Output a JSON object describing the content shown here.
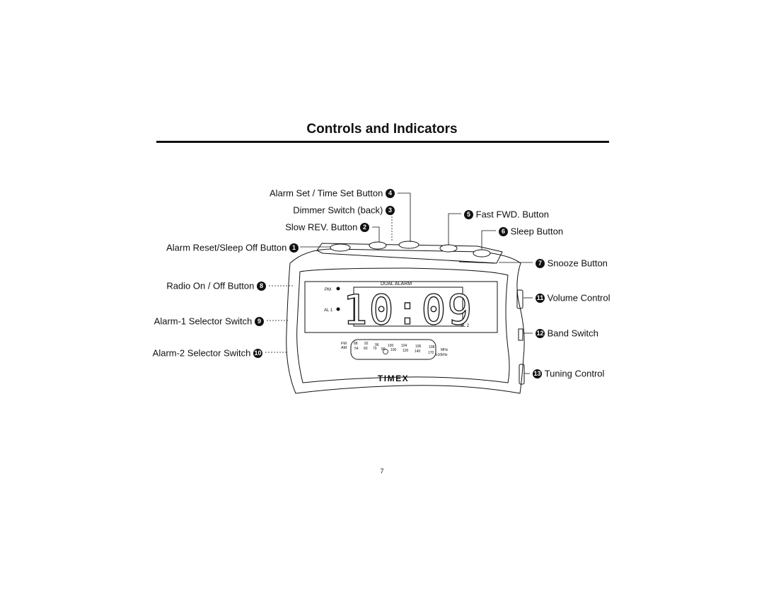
{
  "page": {
    "title": "Controls and Indicators",
    "page_number": "7"
  },
  "labels": {
    "alarm_set": {
      "text": "Alarm Set / Time Set Button",
      "num": "4"
    },
    "dimmer": {
      "text": "Dimmer Switch (back)",
      "num": "3"
    },
    "slow_rev": {
      "text": "Slow REV. Button",
      "num": "2"
    },
    "alarm_reset": {
      "text": "Alarm Reset/Sleep Off Button",
      "num": "1"
    },
    "radio_on": {
      "text": "Radio On / Off Button",
      "num": "8"
    },
    "alarm1": {
      "text": "Alarm-1 Selector Switch",
      "num": "9"
    },
    "alarm2": {
      "text": "Alarm-2 Selector Switch",
      "num": "10"
    },
    "fast_fwd": {
      "text": "Fast FWD. Button",
      "num": "5"
    },
    "sleep": {
      "text": "Sleep Button",
      "num": "6"
    },
    "snooze": {
      "text": "Snooze Button",
      "num": "7"
    },
    "volume": {
      "text": "Volume Control",
      "num": "11"
    },
    "band": {
      "text": "Band Switch",
      "num": "12"
    },
    "tuning": {
      "text": "Tuning Control",
      "num": "13"
    }
  },
  "display": {
    "time": "10:09",
    "dual_alarm": "DUAL ALARM",
    "pm": "PM",
    "al1": "AL 1",
    "al2": "AL 2",
    "brand": "TIMEX",
    "fm_label": "FM",
    "am_label": "AM",
    "fm_scale": [
      "88",
      "92",
      "96",
      "100",
      "104",
      "106",
      "108"
    ],
    "am_scale": [
      "54",
      "60",
      "70",
      "80",
      "100",
      "120",
      "140",
      "170"
    ],
    "fm_unit": "MHz",
    "am_unit": "x10kHz"
  }
}
